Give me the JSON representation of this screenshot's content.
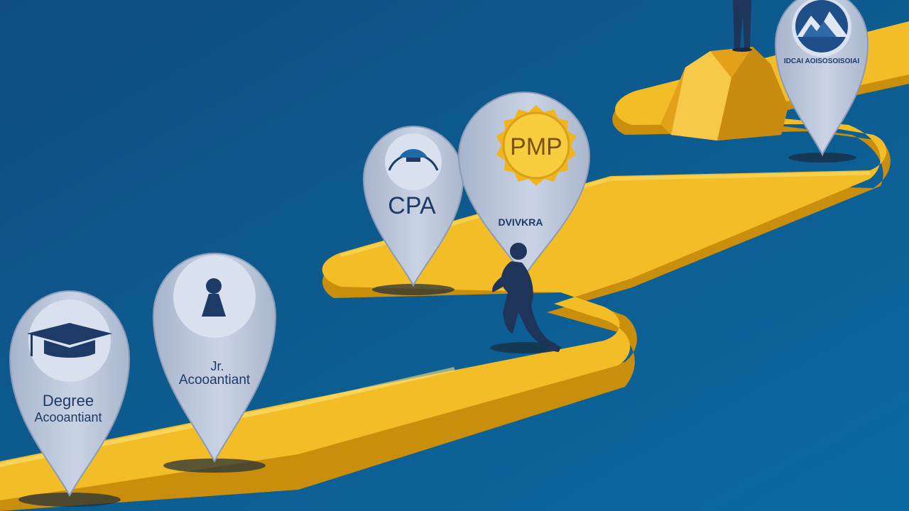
{
  "colors": {
    "background": "#0e5a8e",
    "road": "#f2b81e",
    "pin": "#c4cee0",
    "ink": "#1e3a66",
    "badge": "#f6c637"
  },
  "milestones": [
    {
      "icon": "graduation-cap-icon",
      "lines": [
        "Degree",
        "Acooantiant"
      ]
    },
    {
      "icon": "person-icon",
      "lines": [
        "Jr.",
        "Acooantiant"
      ]
    },
    {
      "icon": "cap-arc-icon",
      "lines": [
        "CPA"
      ]
    },
    {
      "icon": "pmp-badge-icon",
      "badge": "PMP",
      "lines": [
        "DVIVKRA"
      ]
    },
    {
      "icon": "mountain-icon",
      "lines": [
        "IDCAI AOISOSOISOIAI"
      ]
    }
  ]
}
